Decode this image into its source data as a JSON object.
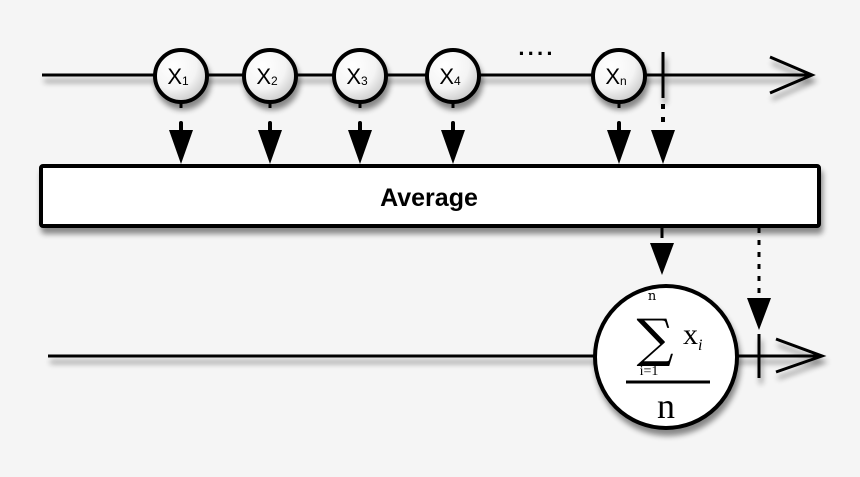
{
  "diagram": {
    "title": "Average operator marble diagram",
    "colors": {
      "background": "#f5f5f5",
      "stroke": "#000000",
      "fill": "#ffffff"
    },
    "source_stream": {
      "marbles": [
        {
          "base": "X",
          "sub": "1"
        },
        {
          "base": "X",
          "sub": "2"
        },
        {
          "base": "X",
          "sub": "3"
        },
        {
          "base": "X",
          "sub": "4"
        },
        {
          "base": "X",
          "sub": "n"
        }
      ],
      "ellipsis": "····"
    },
    "operator": {
      "label": "Average"
    },
    "result": {
      "sum_upper": "n",
      "sigma": "∑",
      "sum_term_base": "x",
      "sum_term_sub": "i",
      "sum_lower": "i=1",
      "denominator": "n"
    }
  }
}
